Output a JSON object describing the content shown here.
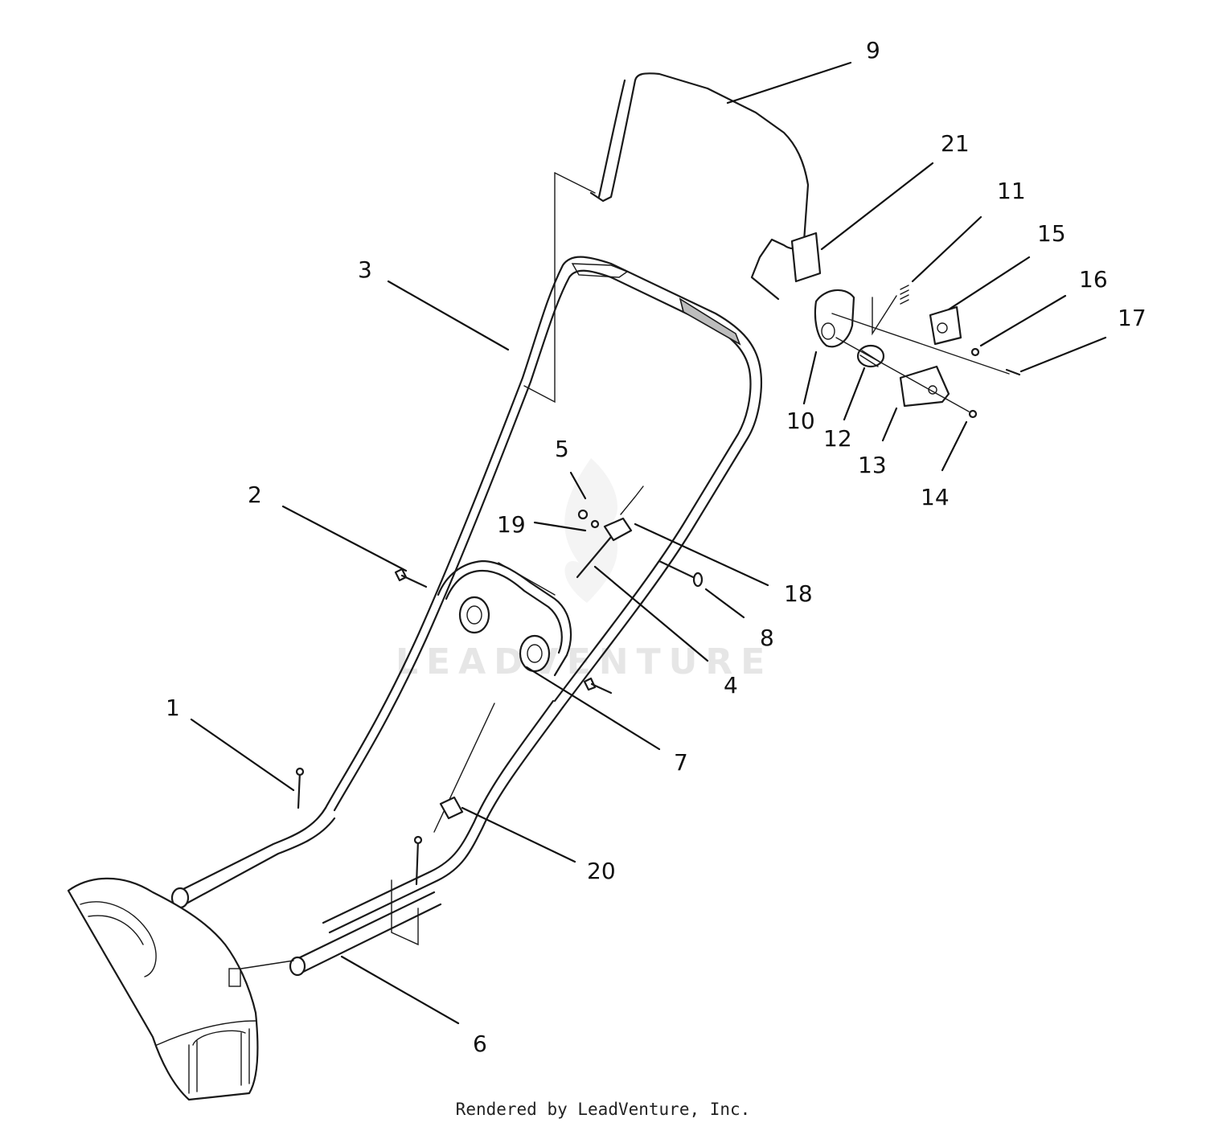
{
  "callouts": [
    {
      "id": "1",
      "label": "1"
    },
    {
      "id": "2",
      "label": "2"
    },
    {
      "id": "3",
      "label": "3"
    },
    {
      "id": "4",
      "label": "4"
    },
    {
      "id": "5",
      "label": "5"
    },
    {
      "id": "6",
      "label": "6"
    },
    {
      "id": "7",
      "label": "7"
    },
    {
      "id": "8",
      "label": "8"
    },
    {
      "id": "9",
      "label": "9"
    },
    {
      "id": "10",
      "label": "10"
    },
    {
      "id": "11",
      "label": "11"
    },
    {
      "id": "12",
      "label": "12"
    },
    {
      "id": "13",
      "label": "13"
    },
    {
      "id": "14",
      "label": "14"
    },
    {
      "id": "15",
      "label": "15"
    },
    {
      "id": "16",
      "label": "16"
    },
    {
      "id": "17",
      "label": "17"
    },
    {
      "id": "18",
      "label": "18"
    },
    {
      "id": "19",
      "label": "19"
    },
    {
      "id": "20",
      "label": "20"
    },
    {
      "id": "21",
      "label": "21"
    }
  ],
  "watermark": "LEADVENTURE",
  "footer": "Rendered by LeadVenture, Inc."
}
